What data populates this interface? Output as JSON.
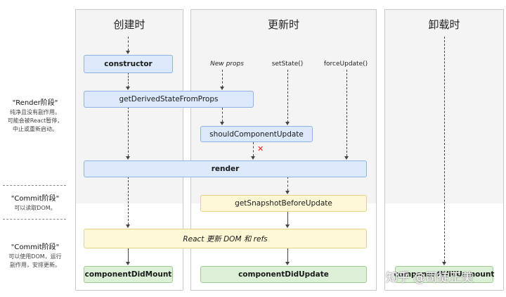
{
  "columns": {
    "mount": "创建时",
    "update": "更新时",
    "unmount": "卸载时"
  },
  "phases": {
    "render": {
      "title": "\"Render阶段\"",
      "desc": [
        "纯净且没有副作用。",
        "可能会被React暂停，",
        "中止或重新启动。"
      ]
    },
    "commit1": {
      "title": "\"Commit阶段\"",
      "desc": [
        "可以读取DOM。"
      ]
    },
    "commit2": {
      "title": "\"Commit阶段\"",
      "desc": [
        "可以使用DOM，运行",
        "副作用，安排更新。"
      ]
    }
  },
  "triggers": {
    "new_props": "New props",
    "set_state": "setState()",
    "force_update": "forceUpdate()"
  },
  "methods": {
    "constructor": "constructor",
    "get_derived": "getDerivedStateFromProps",
    "should_update": "shouldComponentUpdate",
    "render": "render",
    "snapshot": "getSnapshotBeforeUpdate",
    "react_updates": "React 更新 DOM 和 refs",
    "did_mount": "componentDidMount",
    "did_update": "componentDidUpdate",
    "will_unmount": "componentWillUnmount"
  },
  "cancel_mark": "✕",
  "watermark": "知乎 @司徒正美",
  "colors": {
    "render_box": "#dbe9fb",
    "commit_box": "#fdf7d6",
    "lifecycle_end": "#dcefd7",
    "cancel": "#e0201b"
  }
}
